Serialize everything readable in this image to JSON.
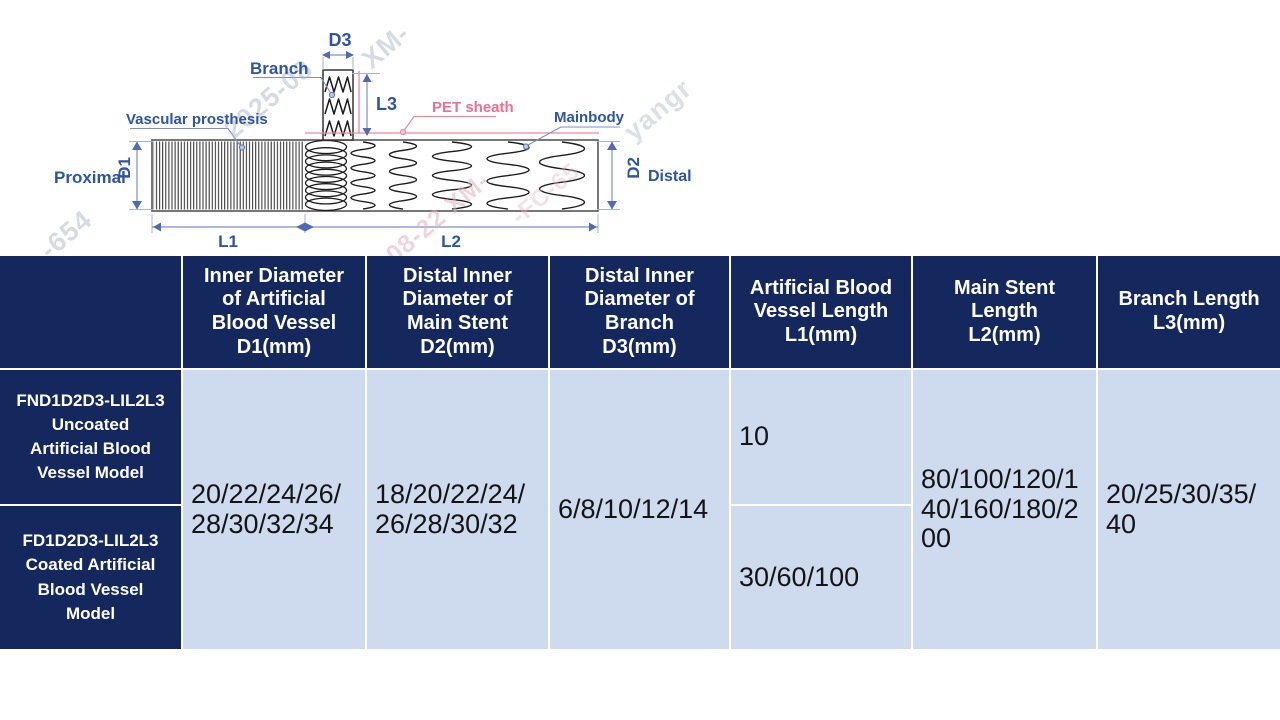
{
  "diagram": {
    "labels": {
      "d3": "D3",
      "branch": "Branch",
      "l3": "L3",
      "pet_sheath": "PET sheath",
      "mainbody": "Mainbody",
      "vascular_prosthesis": "Vascular prosthesis",
      "proximal": "Proximal",
      "d1": "D1",
      "d2": "D2",
      "distal": "Distal",
      "l1": "L1",
      "l2": "L2"
    },
    "watermarks": [
      "2025-08",
      "XM-",
      "yangr",
      "-654",
      "08-22 XM-",
      "-FC-65"
    ]
  },
  "colors": {
    "header_bg": "#15285e",
    "body_bg": "#cedaee",
    "label_blue": "#2d54a7",
    "dim_blue": "#7b8fcb",
    "pink": "#ef6e90"
  },
  "table": {
    "headers": [
      "",
      "Inner Diameter\nof Artificial\nBlood Vessel\nD1(mm)",
      "Distal Inner\nDiameter of\nMain Stent\nD2(mm)",
      "Distal Inner\nDiameter of\nBranch\nD3(mm)",
      "Artificial Blood\nVessel Length\nL1(mm)",
      "Main Stent\nLength\nL2(mm)",
      "Branch Length\nL3(mm)"
    ],
    "rows": [
      {
        "label": "FND1D2D3-LIL2L3\nUncoated\nArtificial Blood\nVessel Model",
        "l1": "10"
      },
      {
        "label": "FD1D2D3-LIL2L3\nCoated Artificial\nBlood Vessel\nModel",
        "l1": "30/60/100"
      }
    ],
    "merged": {
      "d1": "20/22/24/26/\n28/30/32/34",
      "d2": "18/20/22/24/\n26/28/30/32",
      "d3": "6/8/10/12/14",
      "l2": "80/100/120/1\n40/160/180/2\n00",
      "l3": "20/25/30/35/\n40"
    }
  }
}
